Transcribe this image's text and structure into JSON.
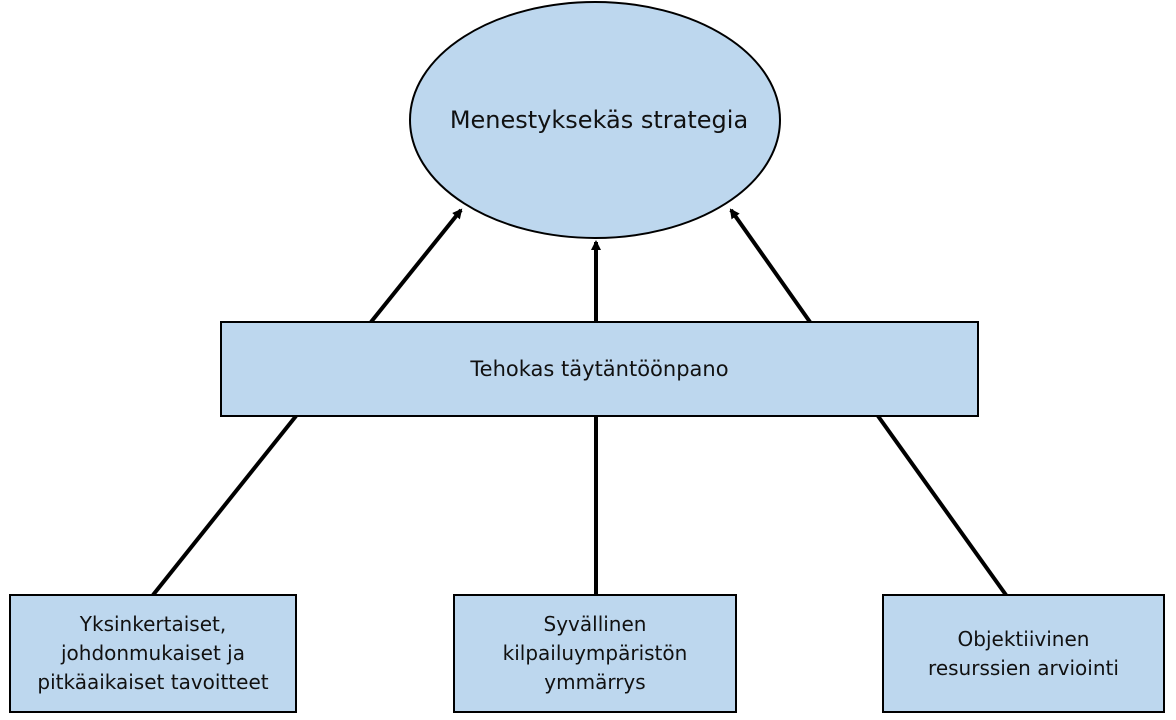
{
  "colors": {
    "node_fill": "#bdd7ee",
    "stroke": "#000000"
  },
  "goal": {
    "label": "Menestyksekäs strategia"
  },
  "execution": {
    "label": "Tehokas täytäntöönpano"
  },
  "factors": [
    {
      "lines": [
        "Yksinkertaiset,",
        "johdonmukaiset ja",
        "pitkäaikaiset tavoitteet"
      ]
    },
    {
      "lines": [
        "Syvällinen",
        "kilpailuympäristön",
        "ymmärrys"
      ]
    },
    {
      "lines": [
        "Objektiivinen",
        "resurssien arviointi"
      ]
    }
  ]
}
